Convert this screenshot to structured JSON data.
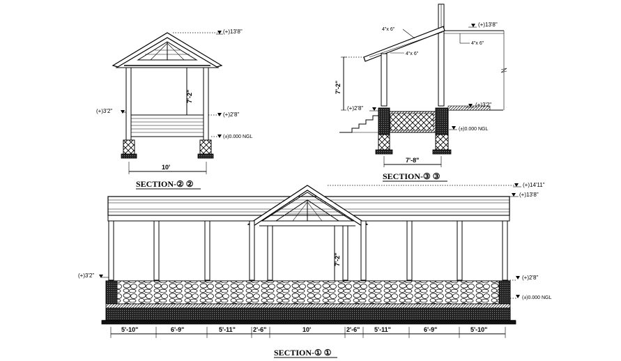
{
  "section2": {
    "title": "SECTION-② ②",
    "level_top": "(+)13'8\"",
    "level_left": "(+)3'2\"",
    "level_right": "(+)2'8\"",
    "level_ngl": "(±)0.000  NGL",
    "height_dim": "7'-2\"",
    "width_dim": "10'"
  },
  "section3": {
    "title": "SECTION-③ ③",
    "rafter_label": "4\"x 6\"",
    "purlin_label": "4\"x 6\"",
    "post_label": "4\"x 6\"",
    "level_top": "(+)13'8\"",
    "level_right": "(+)3'2\"",
    "level_left": "(+)2'8\"",
    "level_ngl": "(±)0.000  NGL",
    "height_dim": "7'-2\"",
    "width_dim": "7'-8\""
  },
  "section1": {
    "title": "SECTION-① ①",
    "level_ridge": "(+)14'11\"",
    "level_top": "(+)13'8\"",
    "level_left": "(+)3'2\"",
    "level_right": "(+)2'8\"",
    "level_ngl": "(±)0.000  NGL",
    "height_dim": "7'-2\"",
    "spans": [
      "5'-10\"",
      "6'-9\"",
      "5'-11\"",
      "2'-6\"",
      "10'",
      "2'-6\"",
      "5'-11\"",
      "6'-9\"",
      "5'-10\""
    ]
  }
}
